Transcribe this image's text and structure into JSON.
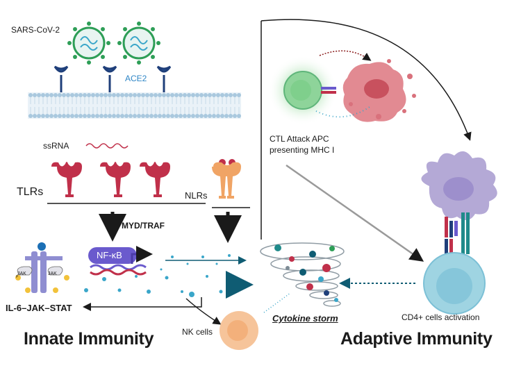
{
  "virus": {
    "label": "SARS-CoV-2"
  },
  "receptor": {
    "label": "ACE2"
  },
  "rna": {
    "label": "ssRNA"
  },
  "tlr": {
    "label": "TLRs"
  },
  "nlr": {
    "label": "NLRs"
  },
  "adaptor": {
    "label": "MYD/TRAF"
  },
  "nfkb": {
    "label": "NF-κB"
  },
  "jak": {
    "label_left": "JAK",
    "label_right": "JAK",
    "phospho": "P"
  },
  "pathway": {
    "label": "IL-6–JAK–STAT"
  },
  "nk": {
    "label": "NK cells"
  },
  "storm": {
    "label": "Cytokine storm"
  },
  "ctl": {
    "label_line1": "CTL Attack APC",
    "label_line2": "presenting MHC I"
  },
  "cd4": {
    "label": "CD4+ cells activation"
  },
  "sections": {
    "innate": "Innate Immunity",
    "adaptive": "Adaptive Immunity"
  },
  "colors": {
    "virus_spike": "#2e9e57",
    "receptor": "#1f3f7a",
    "membrane": "#b9d3e6",
    "tlr": "#c0304a",
    "nlr": "#f0a465",
    "nfkb": "#6a5acd",
    "cytokine": "#3aa6c9",
    "arrow": "#0f5c73",
    "apc": "#b4a9d6",
    "cd4": "#9fd4e2",
    "nk": "#f6c49a",
    "ctl": "#8ed49a",
    "dying_cell": "#d9717c"
  }
}
